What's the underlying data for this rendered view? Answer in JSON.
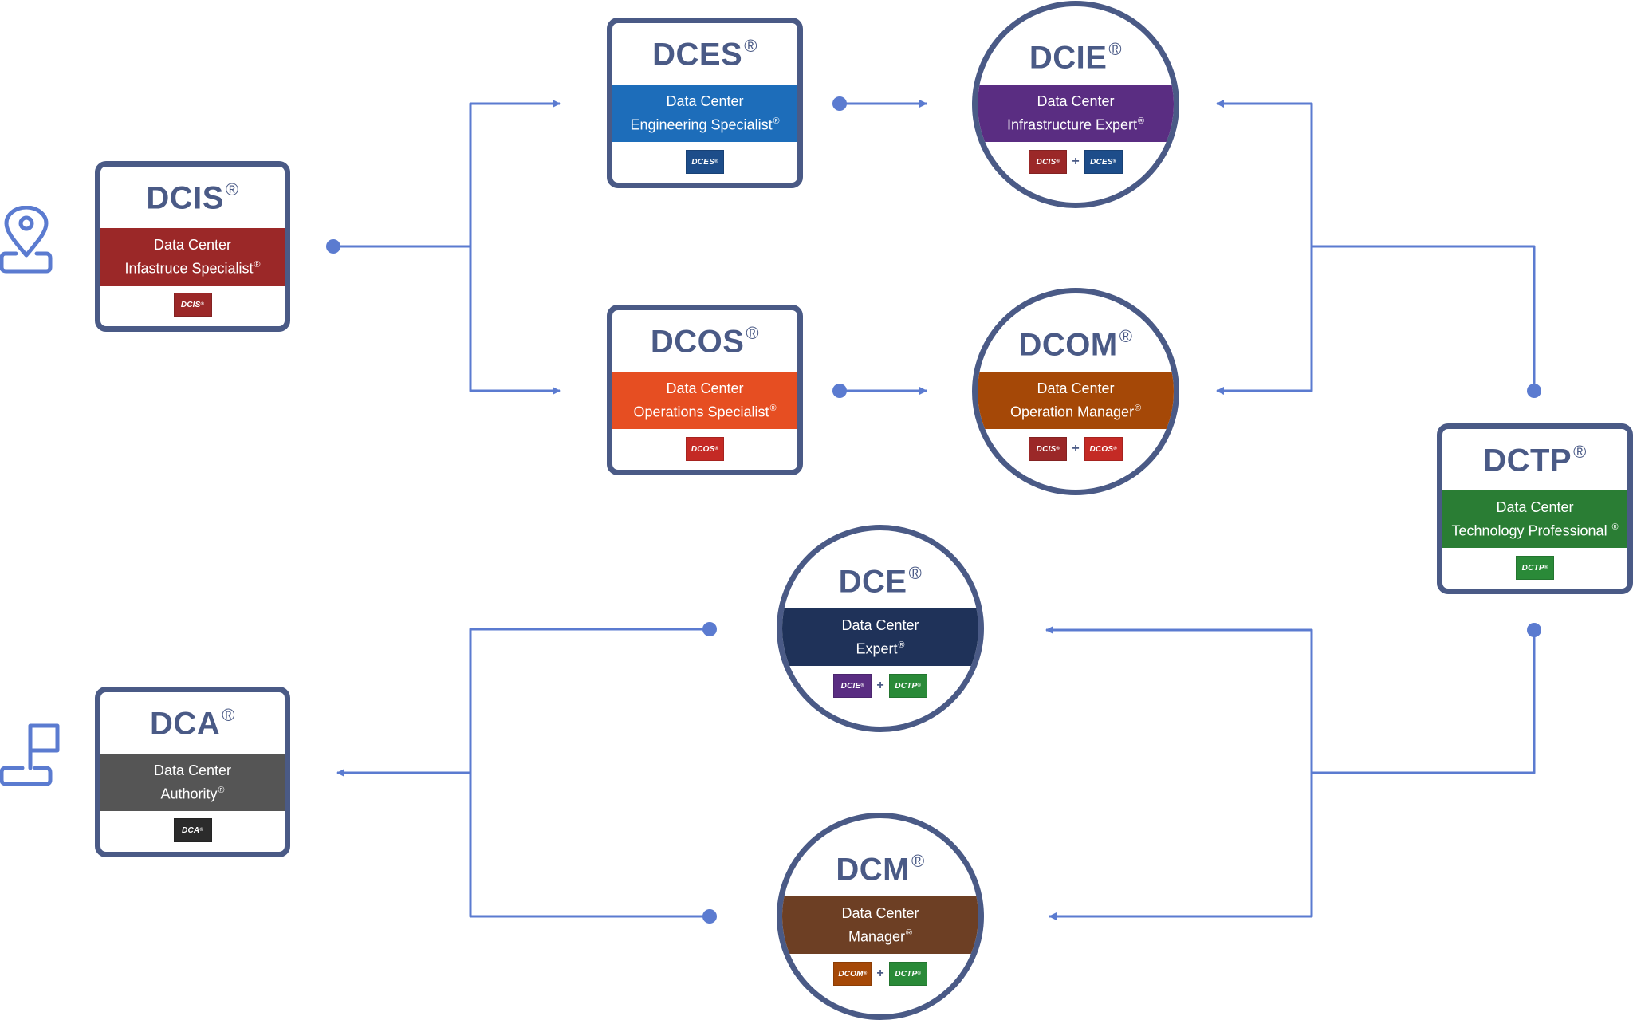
{
  "colors": {
    "primary": "#4a5a86",
    "connector": "#5b7bd0",
    "dcis": "#9b2828",
    "dces": "#1d6dba",
    "dcie": "#5a2d82",
    "dcos": "#e64e22",
    "dcom": "#a54807",
    "dctp": "#2a7d34",
    "dce": "#1f3259",
    "dca": "#555555",
    "dcm": "#6d3f24"
  },
  "icons": {
    "start": "location-pin-icon",
    "finish": "flag-icon"
  },
  "nodes": {
    "dcis": {
      "code": "DCIS",
      "reg": "®",
      "line1": "Data Center",
      "line2": "Infastruce Specialist",
      "line2_reg": "®",
      "badges": [
        "DCIS"
      ],
      "badge_reg": "®"
    },
    "dces": {
      "code": "DCES",
      "reg": "®",
      "line1": "Data Center",
      "line2": "Engineering Specialist",
      "line2_reg": "®",
      "badges": [
        "DCES"
      ],
      "badge_reg": "®"
    },
    "dcie": {
      "code": "DCIE",
      "reg": "®",
      "line1": "Data Center",
      "line2": "Infrastructure Expert",
      "line2_reg": "®",
      "badges": [
        "DCIS",
        "DCES"
      ],
      "badge_reg": "®",
      "plus": "+"
    },
    "dcos": {
      "code": "DCOS",
      "reg": "®",
      "line1": "Data Center",
      "line2": "Operations Specialist",
      "line2_reg": "®",
      "badges": [
        "DCOS"
      ],
      "badge_reg": "®"
    },
    "dcom": {
      "code": "DCOM",
      "reg": "®",
      "line1": "Data Center",
      "line2": "Operation Manager",
      "line2_reg": "®",
      "badges": [
        "DCIS",
        "DCOS"
      ],
      "badge_reg": "®",
      "plus": "+"
    },
    "dctp": {
      "code": "DCTP",
      "reg": "®",
      "line1": "Data Center",
      "line2": "Technology Professional ",
      "line2_reg": "®",
      "badges": [
        "DCTP"
      ],
      "badge_reg": "®"
    },
    "dce": {
      "code": "DCE",
      "reg": "®",
      "line1": "Data Center",
      "line2": "Expert",
      "line2_reg": "®",
      "badges": [
        "DCIE",
        "DCTP"
      ],
      "badge_reg": "®",
      "plus": "+"
    },
    "dca": {
      "code": "DCA",
      "reg": "®",
      "line1": "Data Center",
      "line2": "Authority",
      "line2_reg": "®",
      "badges": [
        "DCA"
      ],
      "badge_reg": "®"
    },
    "dcm": {
      "code": "DCM",
      "reg": "®",
      "line1": "Data Center",
      "line2": "Manager",
      "line2_reg": "®",
      "badges": [
        "DCOM",
        "DCTP"
      ],
      "badge_reg": "®",
      "plus": "+"
    }
  }
}
